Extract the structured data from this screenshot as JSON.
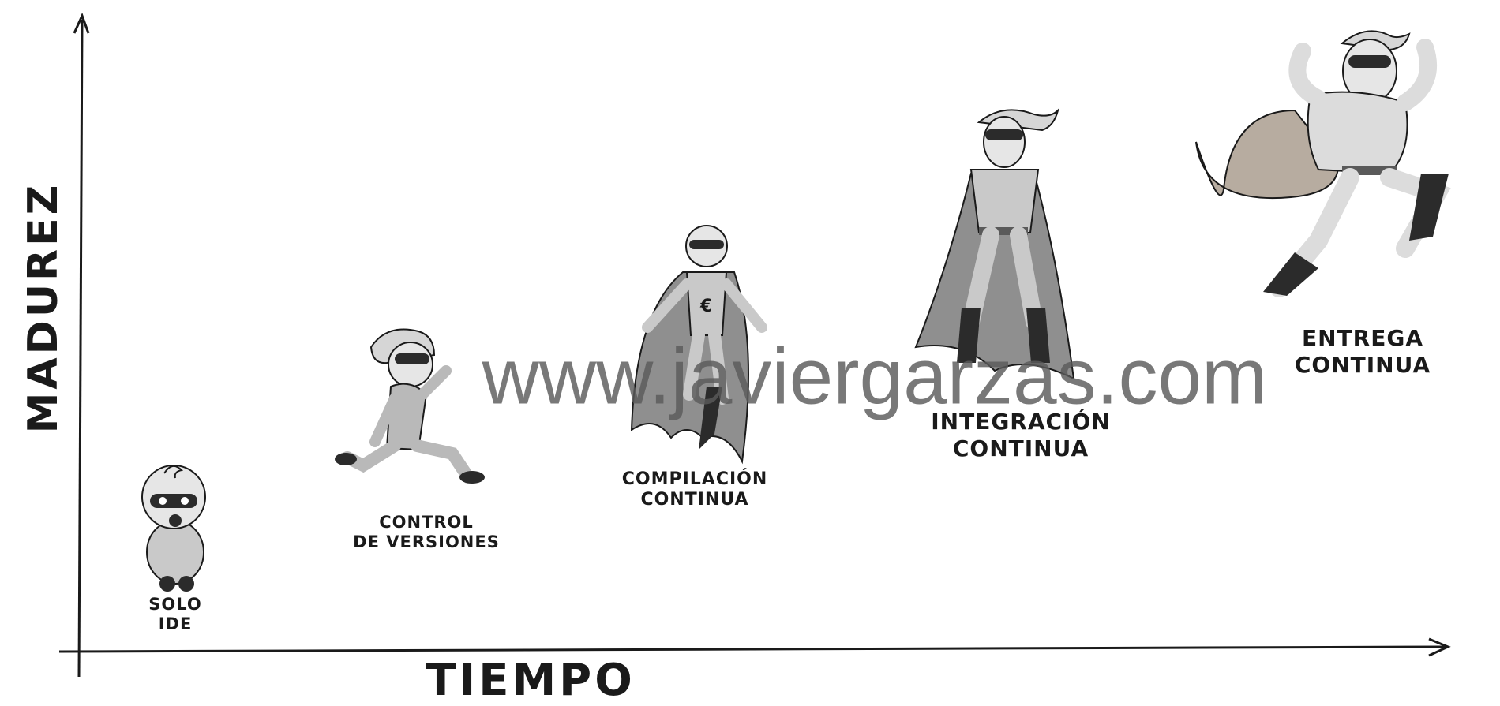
{
  "axes": {
    "y_title": "MADUREZ",
    "x_title": "TIEMPO"
  },
  "stages": [
    {
      "line1": "SOLO",
      "line2": "IDE"
    },
    {
      "line1": "CONTROL",
      "line2": "DE VERSIONES"
    },
    {
      "line1": "COMPILACIÓN",
      "line2": "CONTINUA"
    },
    {
      "line1": "INTEGRACIÓN",
      "line2": "CONTINUA"
    },
    {
      "line1": "ENTREGA",
      "line2": "CONTINUA"
    }
  ],
  "watermark": "www.javiergarzas.com",
  "colors": {
    "ink": "#1a1a1a",
    "suit": "#c9c9c9",
    "cape": "#8f8f8f",
    "cape_warm": "#b7aca0",
    "mask": "#2b2b2b"
  }
}
